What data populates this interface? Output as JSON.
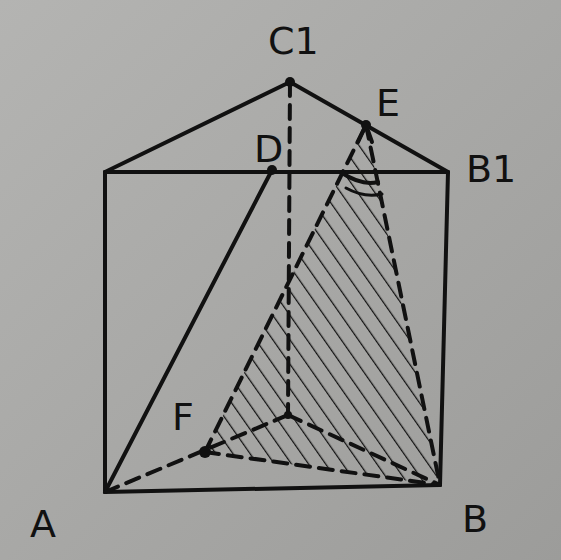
{
  "diagram": {
    "labels": [
      "C1",
      "E",
      "D",
      "B1",
      "F",
      "A",
      "B"
    ]
  }
}
